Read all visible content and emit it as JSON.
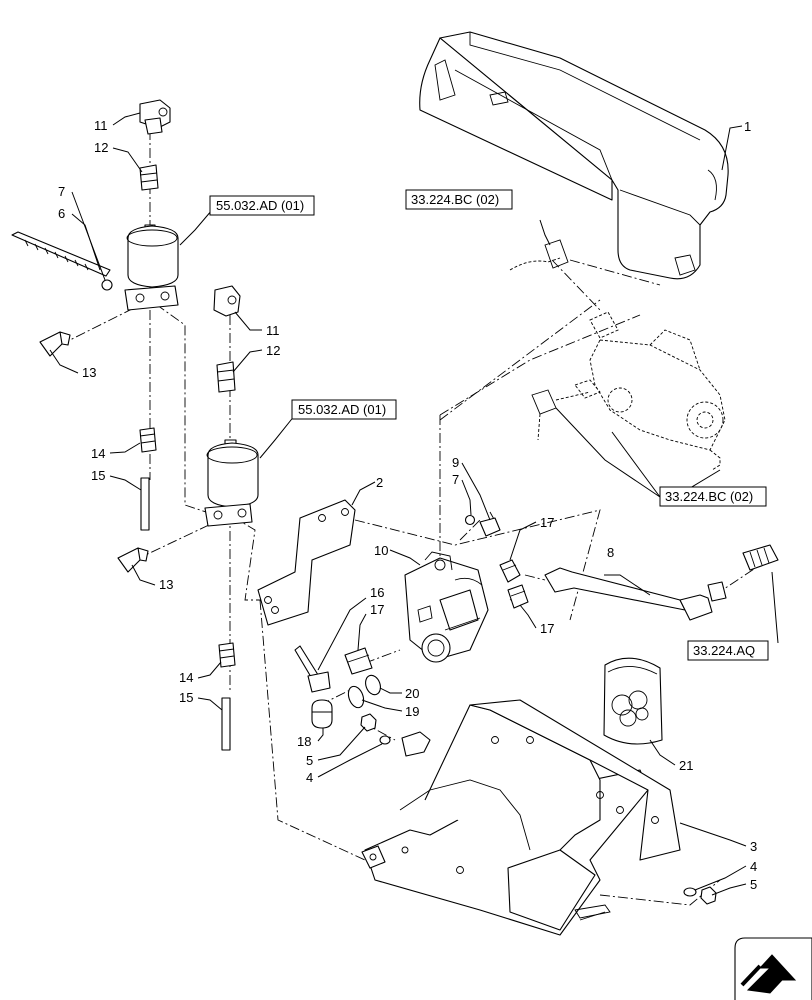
{
  "part_labels": {
    "l1": "1",
    "l2": "2",
    "l3": "3",
    "l4a": "4",
    "l4b": "4",
    "l5a": "5",
    "l5b": "5",
    "l6": "6",
    "l7a": "7",
    "l7b": "7",
    "l8": "8",
    "l9": "9",
    "l10": "10",
    "l11a": "11",
    "l11b": "11",
    "l12a": "12",
    "l12b": "12",
    "l13a": "13",
    "l13b": "13",
    "l14a": "14",
    "l14b": "14",
    "l15a": "15",
    "l15b": "15",
    "l16": "16",
    "l17a": "17",
    "l17b": "17",
    "l17c": "17",
    "l18": "18",
    "l19": "19",
    "l20": "20",
    "l21": "21"
  },
  "references": {
    "valve_upper": "55.032.AD (01)",
    "valve_lower": "55.032.AD (01)",
    "harness_top": "33.224.BC (02)",
    "harness_right": "33.224.BC (02)",
    "connector": "33.224.AQ"
  }
}
